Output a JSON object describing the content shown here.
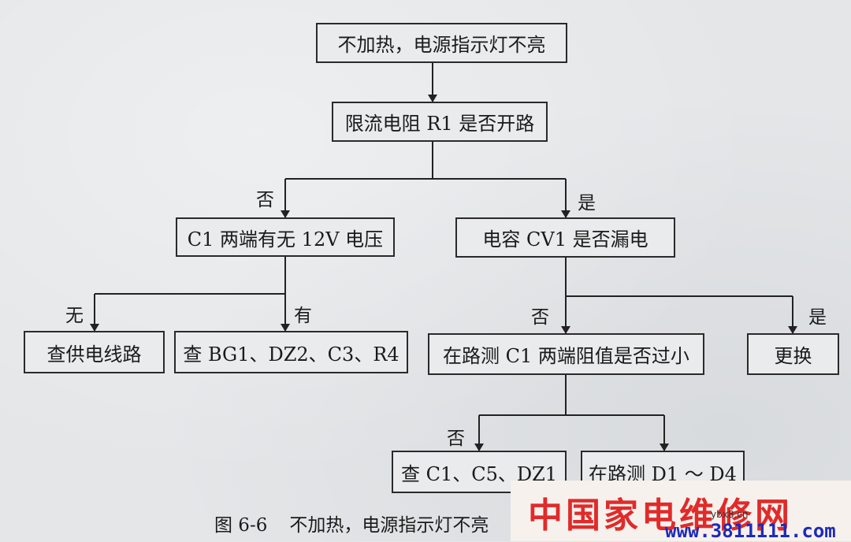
{
  "nodes": {
    "start": "不加热，电源指示灯不亮",
    "r1": "限流电阻 R1 是否开路",
    "c1_voltage": "C1 两端有无 12V 电压",
    "cv1_leak": "电容 CV1 是否漏电",
    "check_supply": "查供电线路",
    "check_bg1": "查 BG1、DZ2、C3、R4",
    "measure_c1": "在路测 C1 两端阻值是否过小",
    "replace": "更换",
    "check_c1_c5": "查 C1、C5、DZ1",
    "measure_d": "在路测 D1 ～ D4"
  },
  "edge_labels": {
    "r1_no": "否",
    "r1_yes": "是",
    "c1_none": "无",
    "c1_has": "有",
    "cv1_no": "否",
    "cv1_yes": "是",
    "measure_no": "否"
  },
  "caption": {
    "number": "图 6-6",
    "text": "不加热，电源指示灯不亮"
  },
  "watermark": {
    "title": "中国家电维修网",
    "small": "ybx8.cn",
    "url": "www.3811111.com"
  }
}
